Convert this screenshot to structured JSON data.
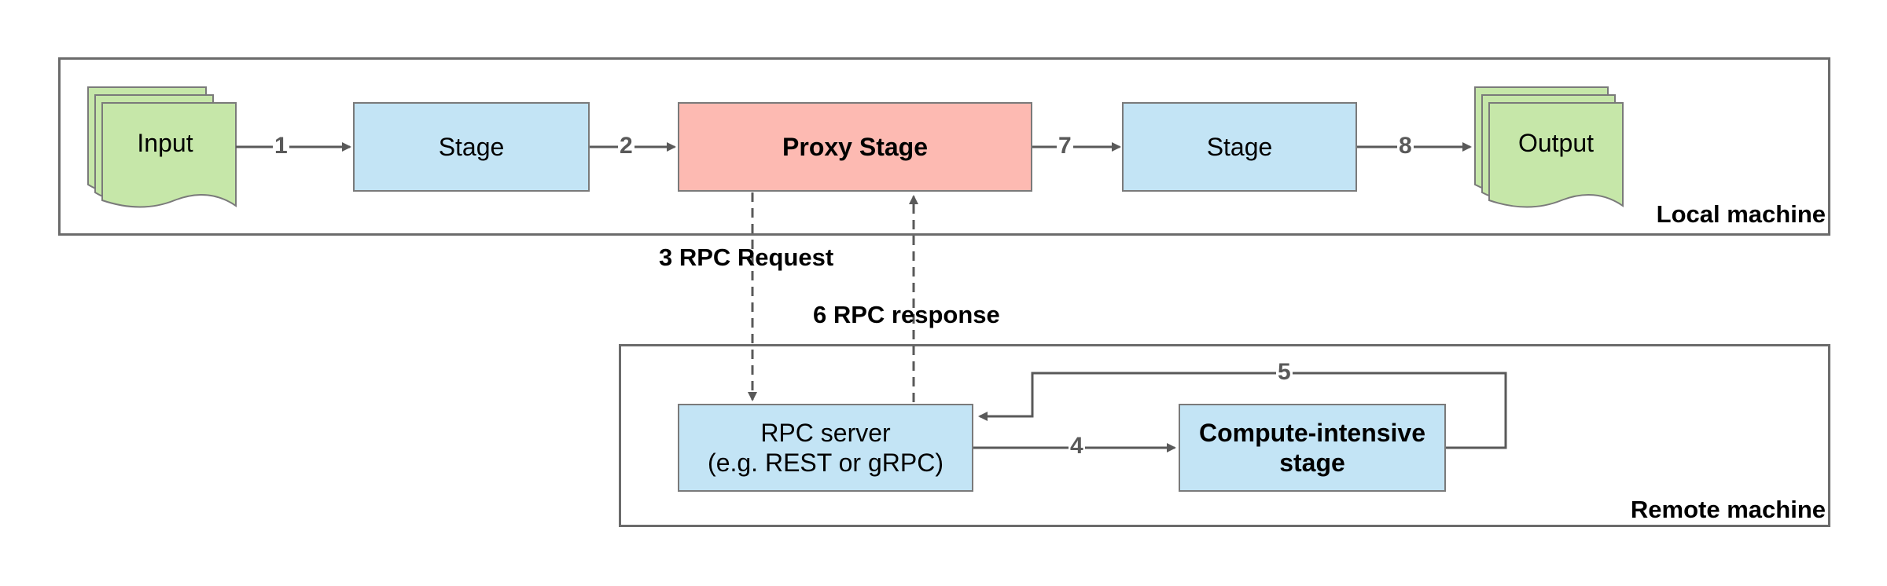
{
  "regions": {
    "local": {
      "label": "Local machine"
    },
    "remote": {
      "label": "Remote machine"
    }
  },
  "nodes": {
    "input": {
      "label": "Input"
    },
    "stage1": {
      "label": "Stage"
    },
    "proxy": {
      "label": "Proxy Stage"
    },
    "stage2": {
      "label": "Stage"
    },
    "output": {
      "label": "Output"
    },
    "rpc_server": {
      "line1": "RPC server",
      "line2": "(e.g. REST or gRPC)"
    },
    "compute": {
      "line1": "Compute-intensive",
      "line2": "stage"
    }
  },
  "edges": {
    "e1": "1",
    "e2": "2",
    "e3": "3 RPC Request",
    "e4": "4",
    "e5": "5",
    "e6": "6 RPC response",
    "e7": "7",
    "e8": "8"
  },
  "colors": {
    "stage_fill": "#c3e4f5",
    "proxy_fill": "#fdbab2",
    "document_fill": "#c6e7a9",
    "line": "#595959",
    "border": "#6b6b6b"
  }
}
